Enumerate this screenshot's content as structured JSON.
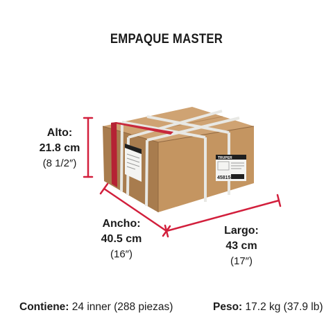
{
  "title": "EMPAQUE MASTER",
  "dimensions": {
    "alto": {
      "label": "Alto:",
      "metric": "21.8 cm",
      "imperial": "(8 1/2″)"
    },
    "ancho": {
      "label": "Ancho:",
      "metric": "40.5 cm",
      "imperial": "(16″)"
    },
    "largo": {
      "label": "Largo:",
      "metric": "43 cm",
      "imperial": "(17″)"
    }
  },
  "contents": {
    "label": "Contiene:",
    "value": " 24 inner (288 piezas)"
  },
  "weight": {
    "label": "Peso:",
    "value": " 17.2 kg (37.9 lb)"
  },
  "box_label": {
    "brand": "TRUPER",
    "code": "45815"
  },
  "colors": {
    "dimension_line": "#d21f3c",
    "cardboard": "#c69a6a",
    "strap": "#e8e8e4"
  }
}
